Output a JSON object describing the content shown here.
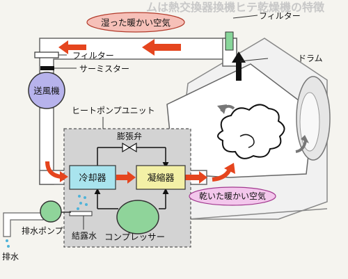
{
  "labels": {
    "title_fragment": "ムは熱交換器換機ヒテ乾燥機の特徴",
    "humid_air": "湿った暖かい空気",
    "filter_top": "フィルター",
    "drum": "ドラム",
    "filter_left": "フィルター",
    "thermistor": "サーミスター",
    "blower": "送風機",
    "heat_pump_unit": "ヒートポンプユニット",
    "expansion_valve": "膨張弁",
    "cooler": "冷却器",
    "condenser": "凝縮器",
    "dry_air": "乾いた暖かい空気",
    "drain_pump": "排水ポンプ",
    "condensed_water": "結露水",
    "compressor": "コンプレッサー",
    "drain": "排水"
  },
  "colors": {
    "duct": "#ffffff",
    "heat_pump_bg": "#d0d0d0",
    "cooler": "#a9e4ee",
    "condenser": "#f3f0a6",
    "blower": "#b7b3ec",
    "pump": "#8fd49a",
    "red_arrow": "#e5451e",
    "humid_label": "#f6c0b8",
    "dry_label": "#f3c7ec"
  }
}
